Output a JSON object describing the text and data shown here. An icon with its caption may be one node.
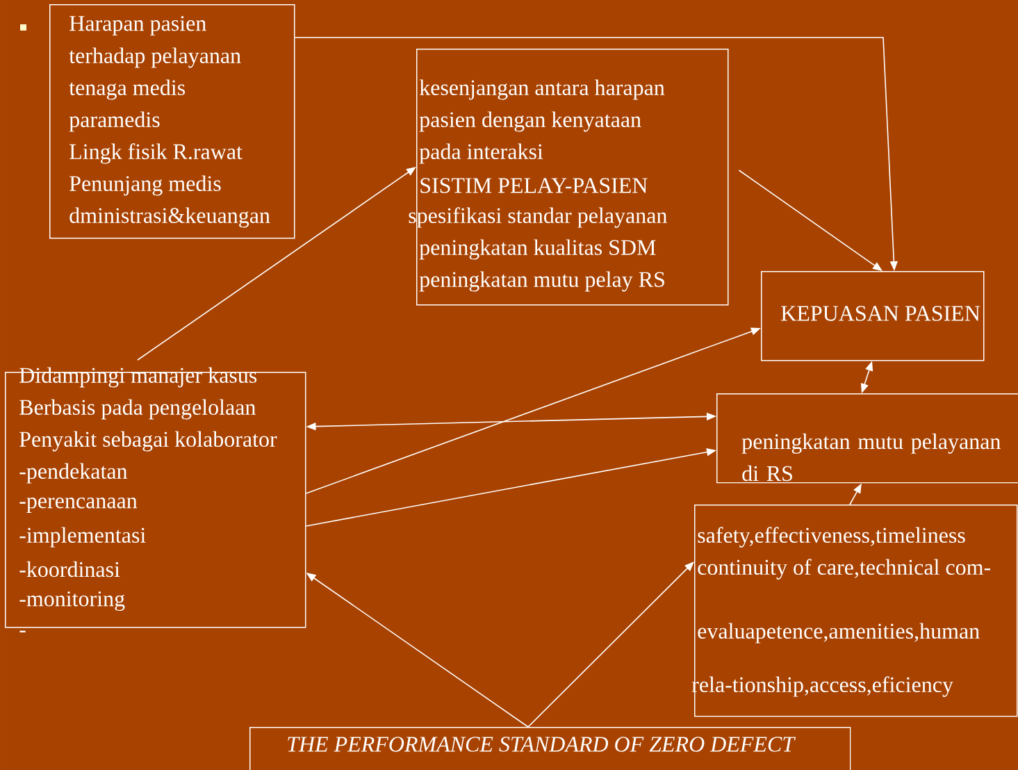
{
  "diagram": {
    "nodes": [
      {
        "text": [
          "Harapan pasien",
          "terhadap pelayanan",
          "tenaga medis",
          "paramedis",
          "Lingk fisik R.rawat",
          "Penunjang medis",
          "dministrasi&keuangan"
        ]
      },
      {
        "text": [
          "kesenjangan antara harapan",
          "pasien dengan kenyataan",
          "pada interaksi",
          "SISTIM PELAY-PASIEN",
          "spesifikasi standar pelayanan",
          "peningkatan kualitas SDM",
          "peningkatan mutu pelay RS"
        ]
      },
      {
        "text": [
          "KEPUASAN PASIEN"
        ]
      },
      {
        "text": [
          "Didampingi manajer kasus",
          "Berbasis pada pengelolaan",
          "Penyakit sebagai kolaborator",
          "-pendekatan",
          "-perencanaan",
          "-implementasi",
          "-koordinasi",
          "-monitoring"
        ],
        "beside": [
          "-"
        ]
      },
      {
        "text": [
          "peningkatan mutu pelayanan di RS"
        ]
      },
      {
        "text": [
          "safety,effectiveness,timeliness",
          "continuity of care,technical com-",
          "evaluapetence,amenities,human",
          "rela-tionship,access,eficiency"
        ]
      },
      {
        "text": [
          "THE PERFORMANCE STANDARD OF ZERO DEFECT"
        ]
      }
    ],
    "edges": [
      {
        "from": 0,
        "to": 2,
        "arrow": "to"
      },
      {
        "from": 3,
        "to": 1,
        "arrow": "to"
      },
      {
        "from": 1,
        "to": 2,
        "arrow": "to"
      },
      {
        "from": 3,
        "to": 2,
        "arrow": "to"
      },
      {
        "from": 3,
        "to": 4,
        "arrow": "both"
      },
      {
        "from": 3,
        "to": 4,
        "arrow": "to"
      },
      {
        "from": 2,
        "to": 4,
        "arrow": "both"
      },
      {
        "from": 5,
        "to": 4,
        "arrow": "to"
      },
      {
        "from": 6,
        "to": 3,
        "arrow": "to"
      },
      {
        "from": 6,
        "to": 5,
        "arrow": "to"
      }
    ]
  }
}
